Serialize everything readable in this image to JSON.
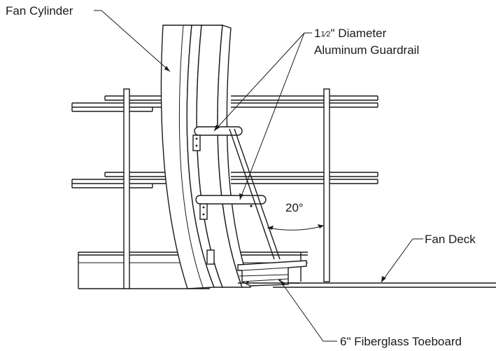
{
  "labels": {
    "fan_cylinder": "Fan Cylinder",
    "guardrail_size_whole": "1",
    "guardrail_size_frac": "1⁄2",
    "guardrail_line1_rest": "\" Diameter",
    "guardrail_line2": "Aluminum Guardrail",
    "angle": "20°",
    "fan_deck": "Fan Deck",
    "toeboard": "6\" Fiberglass Toeboard"
  }
}
